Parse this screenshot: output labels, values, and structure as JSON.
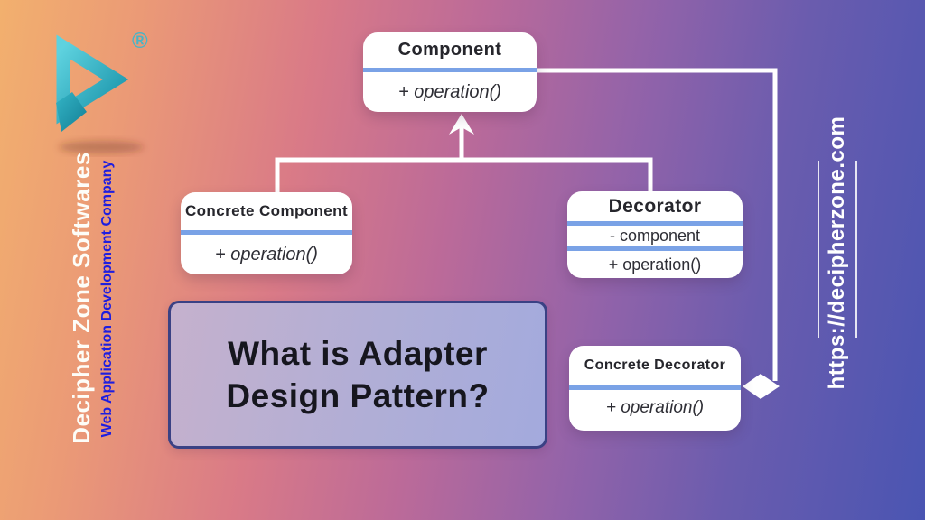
{
  "branding": {
    "company": "Decipher Zone Softwares",
    "tagline": "Web Application Development Company",
    "website": "https://decipherzone.com",
    "registered_mark": "®",
    "logo_colors": {
      "teal_light": "#5ed2df",
      "teal_dark": "#1b95ab"
    }
  },
  "title_card": {
    "line1": "What is Adapter",
    "line2": "Design Pattern?"
  },
  "diagram": {
    "divider_color": "#7aa2e6",
    "line_color": "#ffffff",
    "classes": [
      {
        "id": "component",
        "name": "Component",
        "members": [
          "+ operation()"
        ]
      },
      {
        "id": "concrete-component",
        "name": "Concrete Component",
        "members": [
          "+ operation()"
        ]
      },
      {
        "id": "decorator",
        "name": "Decorator",
        "members": [
          "- component",
          "+ operation()"
        ]
      },
      {
        "id": "concrete-decorator",
        "name": "Concrete Decorator",
        "members": [
          "+ operation()"
        ]
      }
    ],
    "relationships": [
      {
        "type": "generalization",
        "from": "Concrete Component",
        "to": "Component"
      },
      {
        "type": "generalization",
        "from": "Decorator",
        "to": "Component"
      },
      {
        "type": "aggregation",
        "from": "Concrete Decorator",
        "to": "Component"
      }
    ]
  }
}
